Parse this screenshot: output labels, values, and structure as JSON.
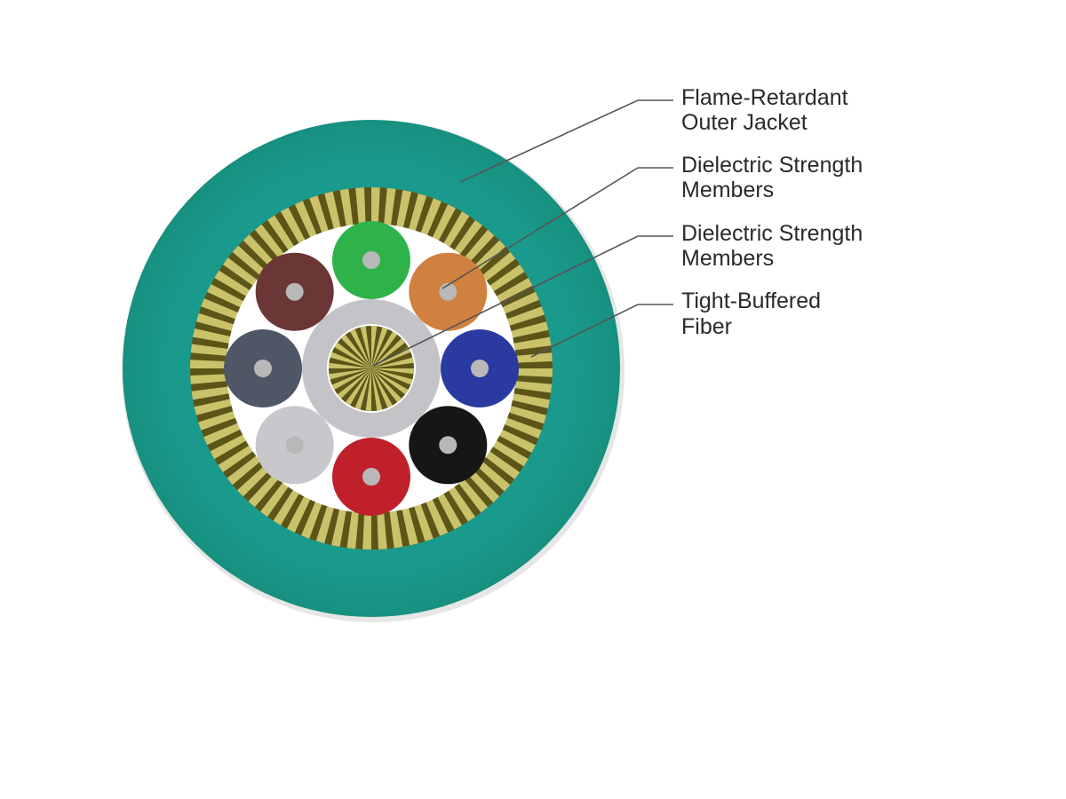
{
  "labels": [
    {
      "line1": "Flame-Retardant",
      "line2": "Outer Jacket"
    },
    {
      "line1": "Dielectric Strength",
      "line2": "Members"
    },
    {
      "line1": "Dielectric Strength",
      "line2": "Members"
    },
    {
      "line1": "Tight-Buffered",
      "line2": "Fiber"
    }
  ],
  "colors": {
    "jacket": "#1a9a8c",
    "jacket_shadow": "#d9d9d9",
    "aramid_light": "#c9c26a",
    "aramid_dark": "#5c5518",
    "core_fill": "#ffffff",
    "central_tube": "#c4c4c8",
    "fiber_core": "#b8b8b8",
    "leader_line": "#555555"
  },
  "fibers": [
    {
      "name": "green",
      "color": "#2db34a"
    },
    {
      "name": "orange",
      "color": "#d0803f"
    },
    {
      "name": "blue",
      "color": "#2a3aa0"
    },
    {
      "name": "black",
      "color": "#161616"
    },
    {
      "name": "red",
      "color": "#c0202a"
    },
    {
      "name": "white",
      "color": "#c8c8cc"
    },
    {
      "name": "slate",
      "color": "#4f5666"
    },
    {
      "name": "brown",
      "color": "#6b3636"
    }
  ]
}
